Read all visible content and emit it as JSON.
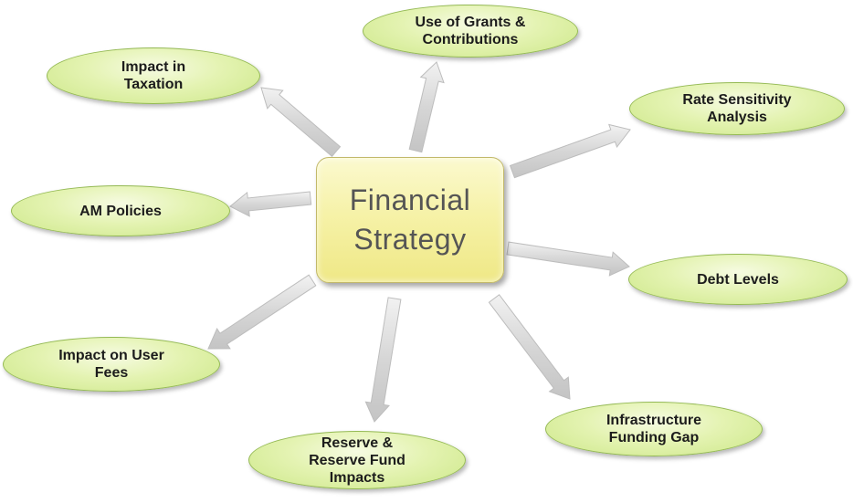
{
  "center": {
    "label": "Financial\nStrategy"
  },
  "nodes": {
    "grants": {
      "label": "Use of Grants &\nContributions"
    },
    "taxation": {
      "label": "Impact in\nTaxation"
    },
    "rate": {
      "label": "Rate Sensitivity\nAnalysis"
    },
    "am": {
      "label": "AM Policies"
    },
    "debt": {
      "label": "Debt Levels"
    },
    "user_fees": {
      "label": "Impact on User\nFees"
    },
    "infrastructure": {
      "label": "Infrastructure\nFunding Gap"
    },
    "reserve": {
      "label": "Reserve &\nReserve Fund\nImpacts"
    }
  },
  "colors": {
    "center_fill": "#f6f2a8",
    "node_fill": "#e4f3b2",
    "node_border": "#95ba55",
    "arrow_fill": "#dcdcdc"
  }
}
